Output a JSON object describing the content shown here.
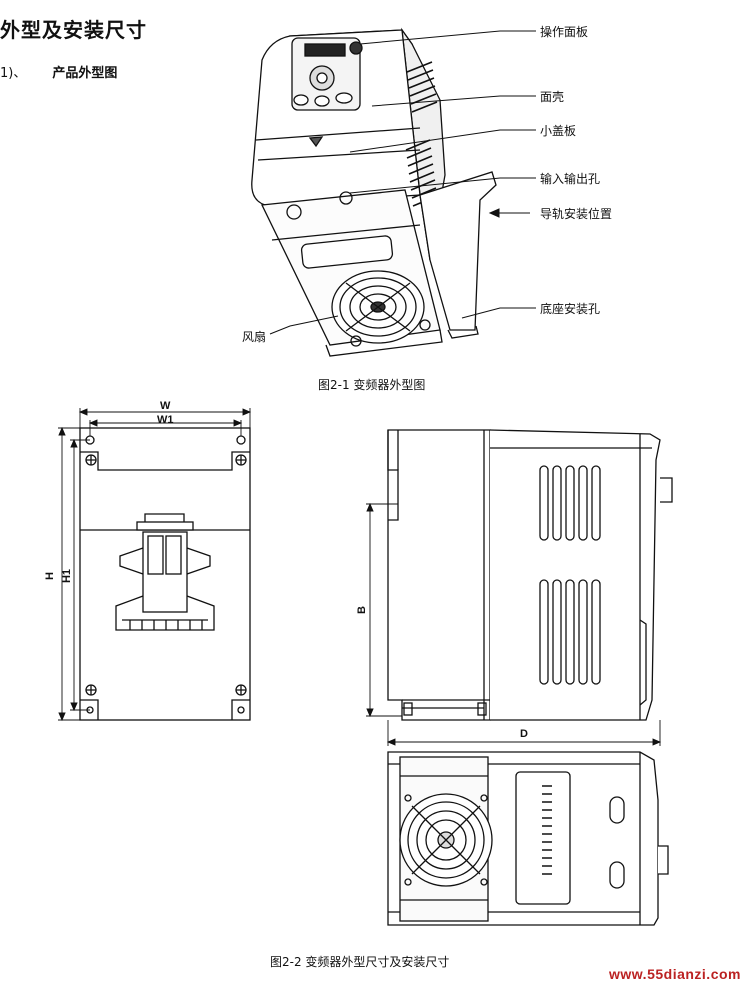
{
  "section": {
    "title": "外型及安装尺寸",
    "subtitle_num": "1)、",
    "subtitle": "产品外型图"
  },
  "figure1": {
    "callouts": {
      "operation_panel": "操作面板",
      "face_shell": "面壳",
      "small_cover": "小盖板",
      "io_holes": "输入输出孔",
      "rail_mount": "导轨安装位置",
      "base_mount_holes": "底座安装孔",
      "fan": "风扇"
    },
    "caption": "图2-1  变频器外型图"
  },
  "figure2": {
    "dims": {
      "w": "W",
      "w1": "W1",
      "h": "H",
      "h1": "H1",
      "b": "B",
      "d": "D"
    },
    "caption": "图2-2  变频器外型尺寸及安装尺寸"
  },
  "watermark": "www.55dianzi.com"
}
